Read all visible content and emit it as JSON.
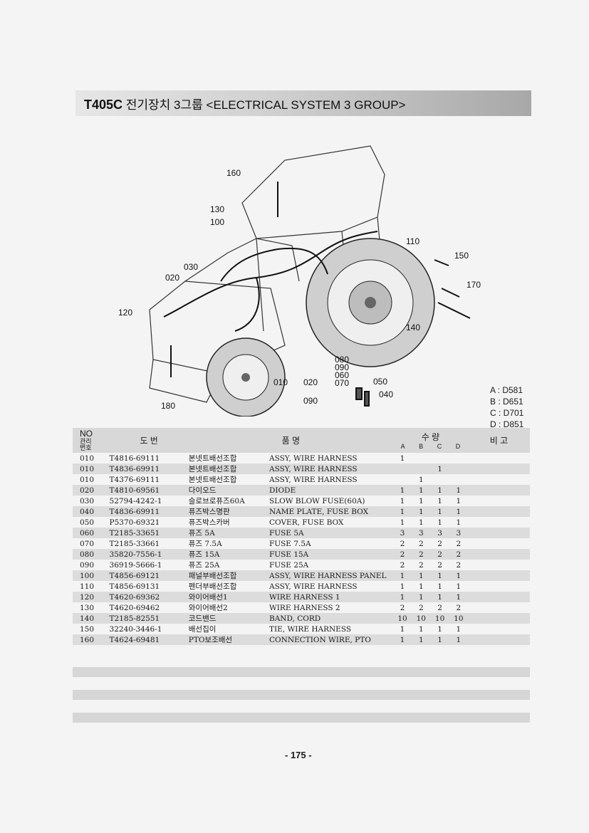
{
  "header": {
    "code": "T405C",
    "title_kr": "전기장치 3그룹",
    "title_en": "<ELECTRICAL SYSTEM 3 GROUP>"
  },
  "diagram": {
    "callouts": [
      "160",
      "130",
      "100",
      "110",
      "150",
      "170",
      "030",
      "020",
      "120",
      "140",
      "080",
      "090",
      "060",
      "070",
      "050",
      "040",
      "010",
      "020",
      "090",
      "180"
    ]
  },
  "models": [
    "A : D581",
    "B : D651",
    "C : D701",
    "D : D851"
  ],
  "table": {
    "headers": {
      "no": "NO",
      "mgmt": "관리 번호",
      "part_no": "도  번",
      "name": "품  명",
      "qty": "수  량",
      "remark": "비 고",
      "qty_cols": [
        "A",
        "B",
        "C",
        "D"
      ]
    },
    "rows": [
      {
        "no": "010",
        "part": "T4816-69111",
        "kr": "본넷트배선조합",
        "en": "ASSY, WIRE HARNESS",
        "a": "1",
        "b": "",
        "c": "",
        "d": ""
      },
      {
        "no": "010",
        "part": "T4836-69911",
        "kr": "본넷트배선조합",
        "en": "ASSY, WIRE HARNESS",
        "a": "",
        "b": "",
        "c": "1",
        "d": ""
      },
      {
        "no": "010",
        "part": "T4376-69111",
        "kr": "본넷트배선조합",
        "en": "ASSY, WIRE HARNESS",
        "a": "",
        "b": "1",
        "c": "",
        "d": ""
      },
      {
        "no": "020",
        "part": "T4810-69561",
        "kr": "다이오드",
        "en": "DIODE",
        "a": "1",
        "b": "1",
        "c": "1",
        "d": "1"
      },
      {
        "no": "030",
        "part": "52794-4242-1",
        "kr": "슬로브로퓨즈60A",
        "en": "SLOW BLOW FUSE(60A)",
        "a": "1",
        "b": "1",
        "c": "1",
        "d": "1"
      },
      {
        "no": "040",
        "part": "T4836-69911",
        "kr": "퓨즈박스명판",
        "en": "NAME PLATE, FUSE BOX",
        "a": "1",
        "b": "1",
        "c": "1",
        "d": "1"
      },
      {
        "no": "050",
        "part": "P5370-69321",
        "kr": "퓨즈박스카버",
        "en": "COVER, FUSE BOX",
        "a": "1",
        "b": "1",
        "c": "1",
        "d": "1"
      },
      {
        "no": "060",
        "part": "T2185-33651",
        "kr": "퓨즈 5A",
        "en": "FUSE 5A",
        "a": "3",
        "b": "3",
        "c": "3",
        "d": "3"
      },
      {
        "no": "070",
        "part": "T2185-33661",
        "kr": "퓨즈 7.5A",
        "en": "FUSE 7.5A",
        "a": "2",
        "b": "2",
        "c": "2",
        "d": "2"
      },
      {
        "no": "080",
        "part": "35820-7556-1",
        "kr": "퓨즈 15A",
        "en": "FUSE 15A",
        "a": "2",
        "b": "2",
        "c": "2",
        "d": "2"
      },
      {
        "no": "090",
        "part": "36919-5666-1",
        "kr": "퓨즈 25A",
        "en": "FUSE 25A",
        "a": "2",
        "b": "2",
        "c": "2",
        "d": "2"
      },
      {
        "no": "100",
        "part": "T4856-69121",
        "kr": "패널부배선조합",
        "en": "ASSY, WIRE HARNESS PANEL",
        "a": "1",
        "b": "1",
        "c": "1",
        "d": "1"
      },
      {
        "no": "110",
        "part": "T4856-69131",
        "kr": "펜더부배선조합",
        "en": "ASSY, WIRE HARNESS",
        "a": "1",
        "b": "1",
        "c": "1",
        "d": "1"
      },
      {
        "no": "120",
        "part": "T4620-69362",
        "kr": "와이어배선1",
        "en": "WIRE HARNESS 1",
        "a": "1",
        "b": "1",
        "c": "1",
        "d": "1"
      },
      {
        "no": "130",
        "part": "T4620-69462",
        "kr": "와이어배선2",
        "en": "WIRE HARNESS 2",
        "a": "2",
        "b": "2",
        "c": "2",
        "d": "2"
      },
      {
        "no": "140",
        "part": "T2185-82551",
        "kr": "코드밴드",
        "en": "BAND, CORD",
        "a": "10",
        "b": "10",
        "c": "10",
        "d": "10"
      },
      {
        "no": "150",
        "part": "32240-3446-1",
        "kr": "배선집이",
        "en": "TIE, WIRE HARNESS",
        "a": "1",
        "b": "1",
        "c": "1",
        "d": "1"
      },
      {
        "no": "160",
        "part": "T4624-69481",
        "kr": "PTO보조배선",
        "en": "CONNECTION WIRE, PTO",
        "a": "1",
        "b": "1",
        "c": "1",
        "d": "1"
      }
    ]
  },
  "footer": {
    "page": "- 175 -"
  }
}
